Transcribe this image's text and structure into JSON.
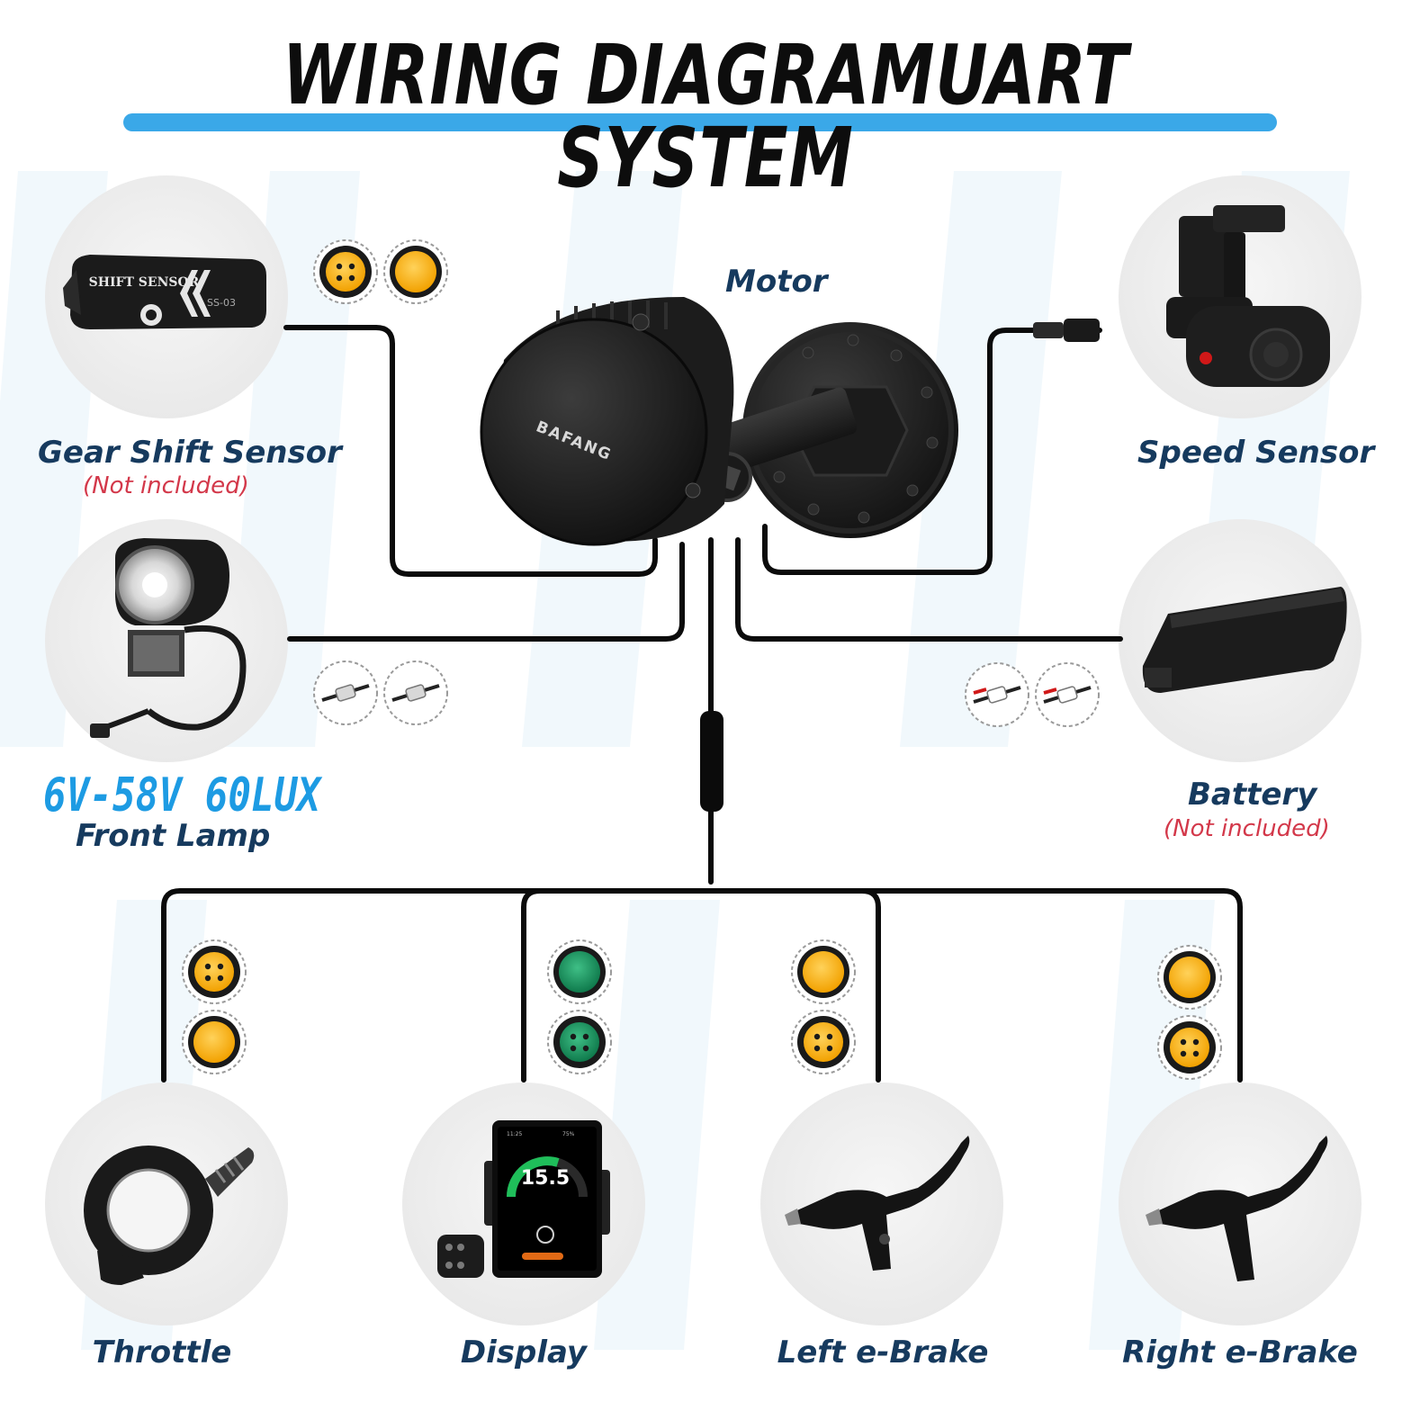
{
  "title": "WIRING DIAGRAMUART SYSTEM",
  "accent_color": "#3aa8e8",
  "wire_color": "#0b0b0b",
  "label_color": "#163a5e",
  "note_color": "#d3384a",
  "components": {
    "motor": {
      "label": "Motor",
      "brand": "BAFANG"
    },
    "gear_shift_sensor": {
      "label": "Gear Shift Sensor",
      "note": "(Not included)",
      "device_text": "SHIFT SENSOR",
      "model": "SS-03"
    },
    "speed_sensor": {
      "label": "Speed Sensor"
    },
    "front_lamp": {
      "spec": "6V-58V  60LUX",
      "label": "Front Lamp"
    },
    "battery": {
      "label": "Battery",
      "note": "(Not included)"
    },
    "throttle": {
      "label": "Throttle"
    },
    "display": {
      "label": "Display",
      "speed": "15.5",
      "time": "11:25",
      "battery_pct": "75%"
    },
    "left_brake": {
      "label": "Left e-Brake"
    },
    "right_brake": {
      "label": "Right e-Brake"
    }
  },
  "connector_icons": [
    "connector-yellow-icon",
    "connector-green-icon",
    "wire-plug-icon"
  ]
}
